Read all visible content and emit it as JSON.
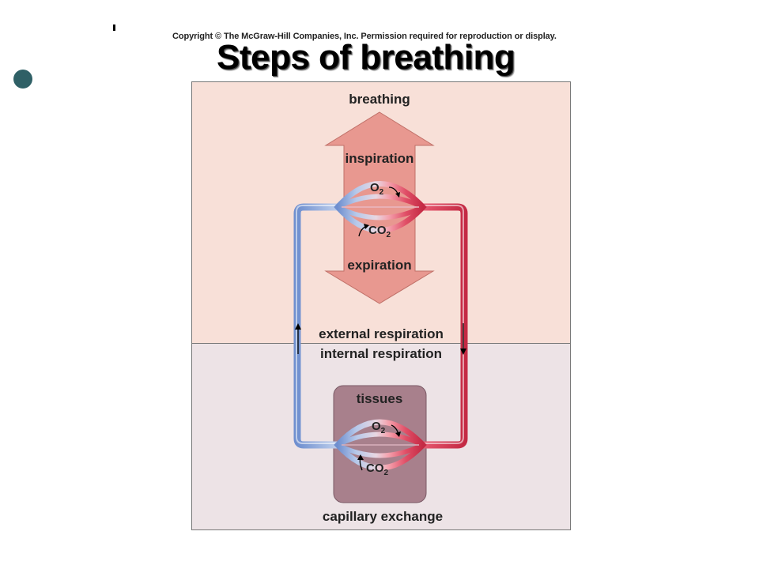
{
  "header": {
    "copyright": "Copyright © The McGraw-Hill Companies, Inc. Permission required for reproduction or display.",
    "title": "Steps of breathing"
  },
  "diagram": {
    "breathing": "breathing",
    "inspiration": "inspiration",
    "expiration": "expiration",
    "external_respiration": "external respiration",
    "internal_respiration": "internal respiration",
    "tissues": "tissues",
    "capillary_exchange": "capillary exchange",
    "lungs_o2": "O",
    "lungs_o2_sub": "2",
    "lungs_co2": "CO",
    "lungs_co2_sub": "2",
    "tissue_o2": "O",
    "tissue_o2_sub": "2",
    "tissue_co2": "CO",
    "tissue_co2_sub": "2"
  },
  "colors": {
    "lung_zone": "#f8e0d8",
    "tissue_zone": "#ede3e6",
    "arrow_fill": "#e89890",
    "tissue_box": "#a8808c",
    "oxygenated": "#d8405a",
    "deoxygenated": "#8aa8d8"
  }
}
